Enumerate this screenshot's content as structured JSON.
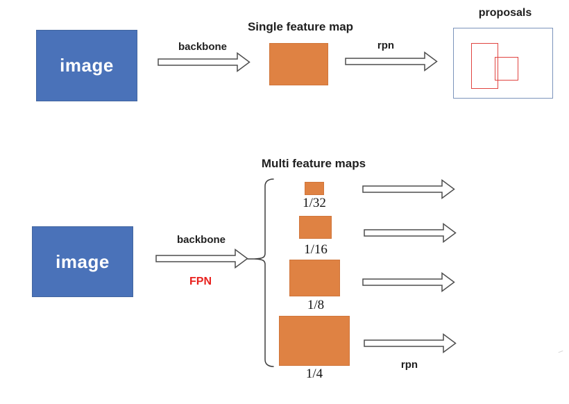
{
  "colors": {
    "image_box_fill": "#4a72b9",
    "feature_map_fill": "#df8243",
    "proposal_rect_stroke": "#e0433f",
    "fpn_text": "#e8211d"
  },
  "single_pipeline": {
    "image_label": "image",
    "backbone_arrow_label": "backbone",
    "feature_map_title": "Single feature map",
    "rpn_arrow_label": "rpn",
    "proposals_title": "proposals"
  },
  "multi_pipeline": {
    "image_label": "image",
    "backbone_arrow_label": "backbone",
    "fpn_label": "FPN",
    "title": "Multi feature maps",
    "scale_labels": [
      "1/32",
      "1/16",
      "1/8",
      "1/4"
    ],
    "rpn_arrow_label": "rpn"
  }
}
